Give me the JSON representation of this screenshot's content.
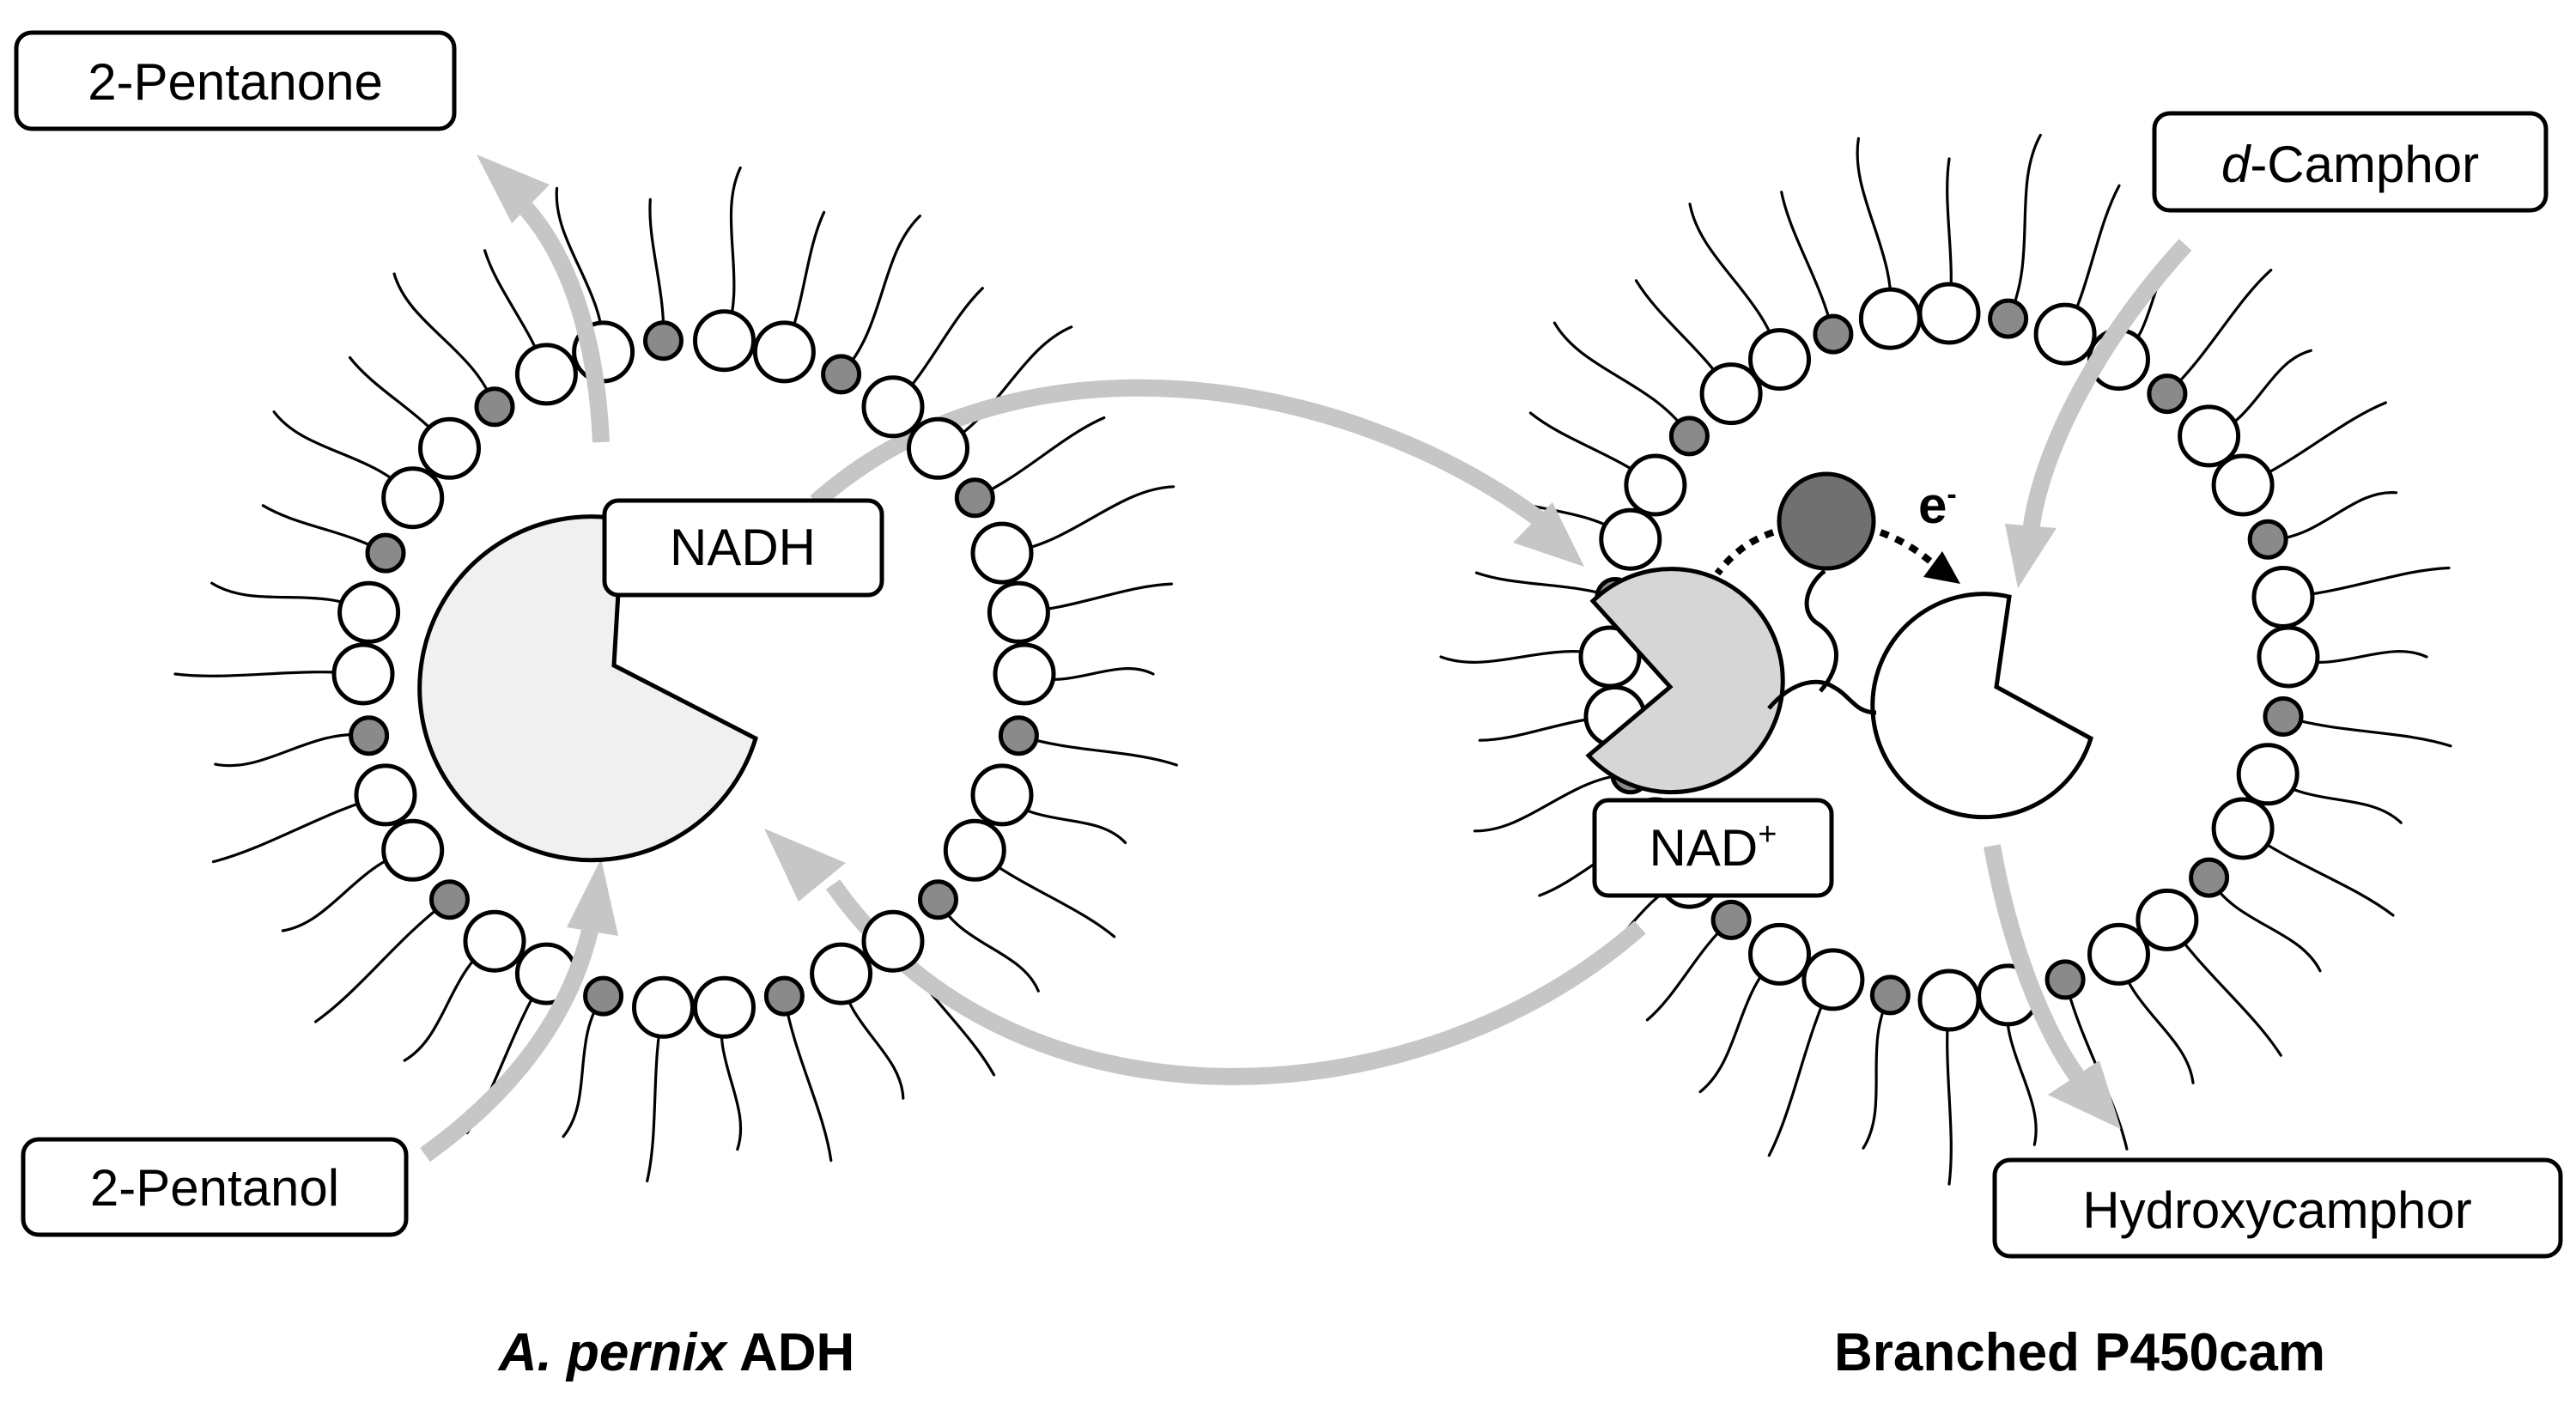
{
  "labels": {
    "pentanone": "2-Pentanone",
    "pentanol": "2-Pentanol",
    "camphor_italic": "d",
    "camphor_rest": "-Camphor",
    "hydroxy_pre": "Hydroxy",
    "hydroxy_italic": "c",
    "hydroxy_post": "amphor",
    "nadh": "NADH",
    "nad_base": "NAD",
    "nad_sup": "+",
    "electron_base": "e",
    "electron_sup": "-"
  },
  "captions": {
    "left_italic": "A. pernix",
    "left_rest": " ADH",
    "right": "Branched P450cam"
  },
  "colors": {
    "arrow": "#c6c6c6",
    "bead_grey": "#8a8a8a",
    "enzyme_light": "#f0f0f0",
    "enzyme_mid": "#d6d6d6",
    "cofactor_dark": "#707070"
  },
  "icons": {
    "adh_enzyme": "pacman-enzyme-icon",
    "reductase": "pacman-enzyme-icon",
    "p450": "pacman-enzyme-icon",
    "redox_partner": "dark-sphere-icon"
  }
}
